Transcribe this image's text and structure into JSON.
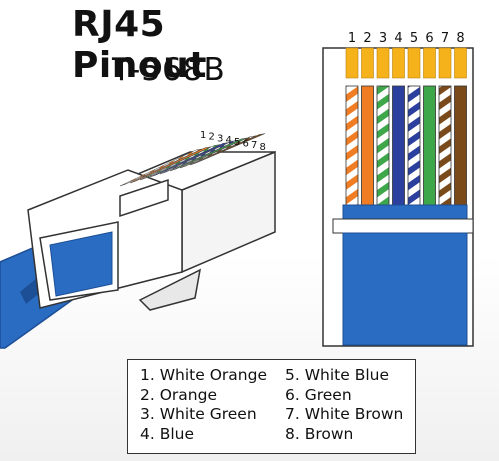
{
  "title": "RJ45 Pinout",
  "subtitle": "T-568B",
  "pin_numbers": [
    "1",
    "2",
    "3",
    "4",
    "5",
    "6",
    "7",
    "8"
  ],
  "wires": [
    {
      "pin": "1",
      "label": "White Orange",
      "color": "#f07d23",
      "striped": true
    },
    {
      "pin": "2",
      "label": "Orange",
      "color": "#f07d23",
      "striped": false
    },
    {
      "pin": "3",
      "label": "White Green",
      "color": "#3ea74a",
      "striped": true
    },
    {
      "pin": "4",
      "label": "Blue",
      "color": "#2b3f9e",
      "striped": false
    },
    {
      "pin": "5",
      "label": "White Blue",
      "color": "#2b3f9e",
      "striped": true
    },
    {
      "pin": "6",
      "label": "Green",
      "color": "#3ea74a",
      "striped": false
    },
    {
      "pin": "7",
      "label": "White Brown",
      "color": "#7a4a1a",
      "striped": true
    },
    {
      "pin": "8",
      "label": "Brown",
      "color": "#7a4a1a",
      "striped": false
    }
  ],
  "legend": {
    "col1": [
      "1. White Orange",
      "2. Orange",
      "3. White Green",
      "4. Blue"
    ],
    "col2": [
      "5. White Blue",
      "6. Green",
      "7. White Brown",
      "8. Brown"
    ]
  },
  "colors": {
    "contact_gold": "#f6b21b",
    "cable_blue": "#2a6cc2",
    "cable_blue_dark": "#1c4f96",
    "outline": "#333333"
  }
}
